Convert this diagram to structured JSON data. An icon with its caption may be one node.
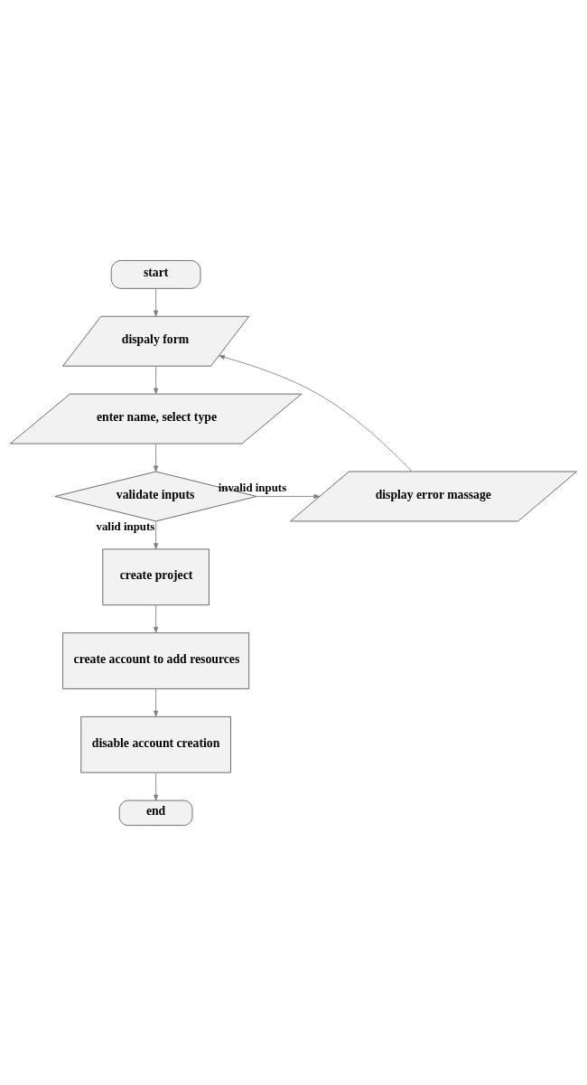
{
  "diagram": {
    "nodes": [
      {
        "text": [
          "start"
        ]
      },
      {
        "text": [
          "dispaly form"
        ]
      },
      {
        "text": [
          "enter name, select type"
        ]
      },
      {
        "text": [
          "validate inputs"
        ]
      },
      {
        "text": [
          "display error massage"
        ]
      },
      {
        "text": [
          "create project"
        ]
      },
      {
        "text": [
          "create account to add resources"
        ]
      },
      {
        "text": [
          "disable account creation"
        ]
      },
      {
        "text": [
          "end"
        ]
      }
    ],
    "edges": [
      {
        "from": 0,
        "to": 1,
        "arrow": "to"
      },
      {
        "from": 1,
        "to": 2,
        "arrow": "to"
      },
      {
        "from": 2,
        "to": 3,
        "arrow": "to"
      },
      {
        "from": 3,
        "to": 4,
        "arrow": "to",
        "label": "invalid inputs"
      },
      {
        "from": 4,
        "to": 1,
        "arrow": "to"
      },
      {
        "from": 3,
        "to": 5,
        "arrow": "to",
        "label": "valid inputs"
      },
      {
        "from": 5,
        "to": 6,
        "arrow": "to"
      },
      {
        "from": 6,
        "to": 7,
        "arrow": "to"
      },
      {
        "from": 7,
        "to": 8,
        "arrow": "to"
      }
    ]
  }
}
